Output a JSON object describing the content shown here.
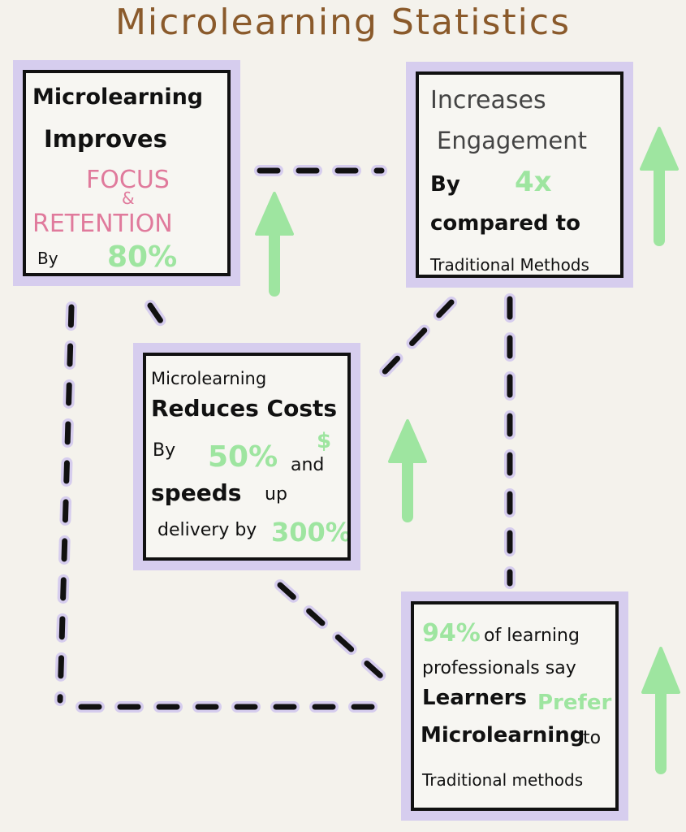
{
  "title": "Microlearning Statistics",
  "colors": {
    "card_glow": "#d6cdee",
    "arrow": "#9ee5a0",
    "title": "#8a5a2b",
    "pink": "#e07a9c",
    "green_text": "#9ee5a0"
  },
  "cards": [
    {
      "line1": "Microlearning",
      "line2": "Improves",
      "focus": "FOCUS",
      "amp": "&",
      "retention": "RETENTION",
      "by": "By",
      "value": "80%"
    },
    {
      "line1": "Increases",
      "line2": "Engagement",
      "by": "By",
      "value": "4x",
      "line4": "compared to",
      "line5": "Traditional Methods"
    },
    {
      "line1": "Microlearning",
      "line2": "Reduces Costs",
      "dollar": "$",
      "by": "By",
      "value": "50%",
      "and": "and",
      "speeds": "speeds",
      "up": "up",
      "delivery": "delivery by",
      "value2": "300%"
    },
    {
      "value": "94%",
      "line1": "of learning",
      "line2": "professionals say",
      "learners": "Learners",
      "prefer": "Prefer",
      "microlearning": "Microlearning",
      "to": "to",
      "line5": "Traditional methods"
    }
  ],
  "arrows": [
    "up-arrow",
    "up-arrow",
    "up-arrow",
    "up-arrow"
  ]
}
